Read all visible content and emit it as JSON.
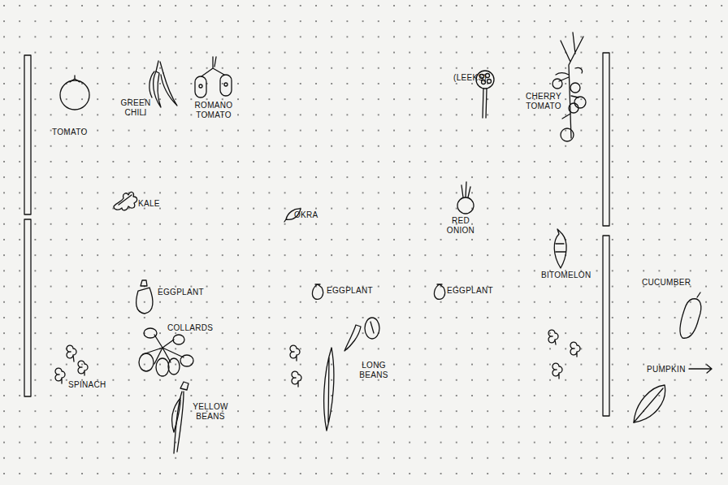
{
  "diagram": {
    "labels": [
      "TOMATO",
      "GREEN CHILI",
      "ROMANO TOMATO",
      "(LEEKS)",
      "CHERRY TOMATO",
      "KALE",
      "OKRA",
      "RED ONION",
      "BITOMELON",
      "CUCUMBER",
      "EGGPLANT",
      "EGGPLANT",
      "EGGPLANT",
      "COLLARDS",
      "SPINACH",
      "LONG BEANS",
      "YELLOW BEANS",
      "PUMPKIN"
    ]
  }
}
